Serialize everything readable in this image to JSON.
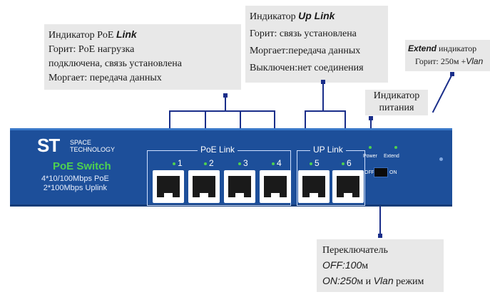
{
  "callout_poe_link": {
    "title_prefix": "Индикатор PoE ",
    "title_emph": "Link",
    "line1": "Горит: PoE нагрузка",
    "line2": "подключена, связь установлена",
    "line3": "Моргает: передача данных"
  },
  "callout_up_link": {
    "title_prefix": "Индикатор ",
    "title_emph": "Up Link",
    "line1": "Горит: связь установлена",
    "line2": "Моргает:передача данных",
    "line3": "Выключен:нет соединения"
  },
  "callout_extend": {
    "title_emph": "Extend",
    "title_suffix": " индикатор",
    "line1_prefix": "Горит: 250м +",
    "line1_emph": "Vlan"
  },
  "callout_power": {
    "line1": "Индикатор",
    "line2": "питания"
  },
  "callout_switch": {
    "title": "Переключатель",
    "off_emph": "OFF:100",
    "off_suffix": "м",
    "on_emph": "ON:250",
    "on_mid": "м и ",
    "on_emph2": "Vlan",
    "on_suffix": " режим"
  },
  "device": {
    "logo": "ST",
    "logo_tag_line1": "SPACE",
    "logo_tag_line2": "TECHNOLOGY",
    "model": "PoE Switch",
    "spec1": "4*10/100Mbps PoE",
    "spec2": "2*100Mbps Uplink",
    "poe_group_label": "PoE Link",
    "up_group_label": "UP Link",
    "ports": [
      "1",
      "2",
      "3",
      "4",
      "5",
      "6"
    ],
    "power_label": "Power",
    "extend_label": "Extend",
    "switch_off": "OFF",
    "switch_on": "ON"
  },
  "colors": {
    "device_body": "#1d4f9a",
    "led_green": "#4fd14f",
    "connector_line": "#1a2e8a",
    "callout_bg": "#e8e8e8"
  }
}
